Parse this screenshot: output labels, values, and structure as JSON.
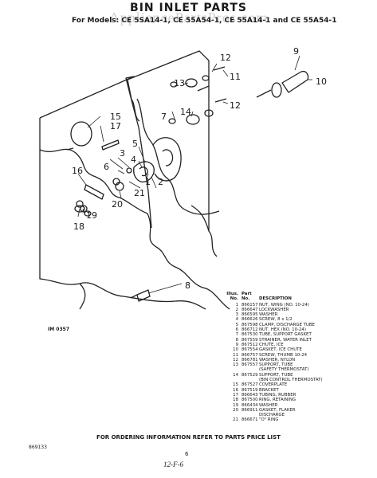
{
  "page": {
    "title": "BIN INLET PARTS",
    "watermark": "AppliancePartsPros.com",
    "subtitle": "For Models: CE 5SA14-1, CE 55A54-1, CE 55A14-1 and CE 55A54-1",
    "figure_number": "IM 0357",
    "callouts": [
      "1",
      "2",
      "3",
      "4",
      "5",
      "6",
      "7",
      "8",
      "9",
      "10",
      "11",
      "12",
      "13",
      "14",
      "15",
      "16",
      "17",
      "18",
      "19",
      "20",
      "21"
    ],
    "ordering_info": "FOR ORDERING INFORMATION REFER TO PARTS PRICE LIST",
    "doc_number": "869133",
    "page_number": "6",
    "handwritten_note": "12-F-6"
  },
  "parts_table": {
    "header_illus": "Illus.",
    "header_part": "Part",
    "header_no1": "No.",
    "header_no2": "No.",
    "header_desc": "DESCRIPTION",
    "rows": [
      {
        "illus": "1",
        "part": "866157",
        "desc": "NUT, WING (NO. 10-24)"
      },
      {
        "illus": "2",
        "part": "866647",
        "desc": "LOCKWASHER"
      },
      {
        "illus": "3",
        "part": "866595",
        "desc": "WASHER"
      },
      {
        "illus": "4",
        "part": "866626",
        "desc": "SCREW, 8 x 1/2"
      },
      {
        "illus": "5",
        "part": "867598",
        "desc": "CLAMP, DISCHARGE TUBE"
      },
      {
        "illus": "6",
        "part": "866712",
        "desc": "NUT, HEX (NO. 10-24)"
      },
      {
        "illus": "7",
        "part": "867530",
        "desc": "TUBE, SUPPORT GASKET"
      },
      {
        "illus": "8",
        "part": "867559",
        "desc": "STRAINER, WATER INLET"
      },
      {
        "illus": "9",
        "part": "867512",
        "desc": "CHUTE, ICE"
      },
      {
        "illus": "10",
        "part": "867554",
        "desc": "GASKET, ICE CHUTE"
      },
      {
        "illus": "11",
        "part": "866757",
        "desc": "SCREW, THUMB 10-24"
      },
      {
        "illus": "12",
        "part": "866781",
        "desc": "WASHER, NYLON"
      },
      {
        "illus": "13",
        "part": "867557",
        "desc": "SUPPORT, TUBE"
      },
      {
        "illus": "",
        "part": "",
        "desc": "(SAFETY THERMOSTAT)"
      },
      {
        "illus": "14",
        "part": "867529",
        "desc": "SUPPORT, TUBE"
      },
      {
        "illus": "",
        "part": "",
        "desc": "(BIN CONTROL THERMOSTAT)"
      },
      {
        "illus": "15",
        "part": "867527",
        "desc": "COVERPLATE"
      },
      {
        "illus": "16",
        "part": "867519",
        "desc": "BRACKET"
      },
      {
        "illus": "17",
        "part": "866643",
        "desc": "TUBING, RUBBER"
      },
      {
        "illus": "18",
        "part": "867500",
        "desc": "RING, RETAINING"
      },
      {
        "illus": "19",
        "part": "866434",
        "desc": "WASHER"
      },
      {
        "illus": "20",
        "part": "866911",
        "desc": "GASKET, FLAKER"
      },
      {
        "illus": "",
        "part": "",
        "desc": "DISCHARGE"
      },
      {
        "illus": "21",
        "part": "866671",
        "desc": "\"O\" RING"
      }
    ]
  }
}
